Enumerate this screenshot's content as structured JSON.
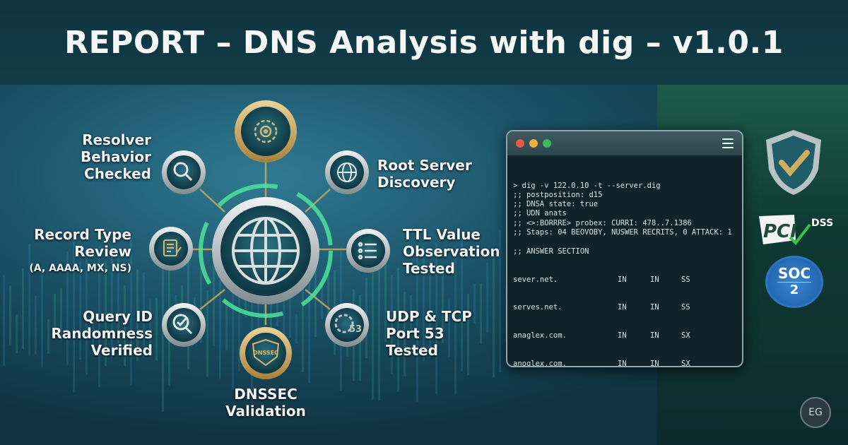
{
  "header": {
    "title": "REPORT – DNS Analysis with dig – v1.0.1"
  },
  "hub": {
    "center_icon": "globe-icon",
    "nodes": [
      {
        "icon": "gear-target-icon"
      },
      {
        "icon": "search-icon",
        "label": [
          "Resolver",
          "Behavior",
          "Checked"
        ]
      },
      {
        "icon": "globe-icon",
        "label": [
          "Root Server",
          "Discovery"
        ]
      },
      {
        "icon": "document-edit-icon",
        "label": [
          "Record Type",
          "Review"
        ],
        "sub": "(A, AAAA, MX, NS)"
      },
      {
        "icon": "list-icon",
        "label": [
          "TTL Value",
          "Observation",
          "Tested"
        ]
      },
      {
        "icon": "search-check-icon",
        "label": [
          "Query ID",
          "Randomness",
          "Verified"
        ]
      },
      {
        "icon": "gear-53-icon",
        "label": [
          "UDP & TCP",
          "Port 53",
          "Tested"
        ],
        "icon_text": "53"
      },
      {
        "icon": "dnssec-shield-icon",
        "label": [
          "DNSSEC",
          "Validation"
        ],
        "icon_text": "DNSSEC"
      }
    ]
  },
  "terminal": {
    "dot_colors": [
      "#e8594a",
      "#e8b33c",
      "#3cb95a"
    ],
    "lines": [
      "> dig -v 122.0.10 -t --server.dig",
      ";; postposition: d15",
      ";; DNSA state: true",
      ";; UDN anats",
      ";; <>:BORRRE> probex: CURRI: 478..7.1386",
      ";; Staps: 04 BEOVOBY, NUSWER RECRITS, 0 ATTACK: 1",
      "",
      ";; ANSWER SECTION"
    ],
    "answers": [
      [
        "sever.net.",
        "IN",
        "IN",
        "SS"
      ],
      [
        "serves.net.",
        "IN",
        "IN",
        "SS"
      ],
      [
        "anaglex.com.",
        "IN",
        "IN",
        "SX"
      ],
      [
        "anoglex.com.",
        "IN",
        "IN",
        "SX"
      ]
    ]
  },
  "badges": {
    "shield": "shield-check-icon",
    "pci": {
      "logo": "PCI",
      "text": "DSS"
    },
    "soc": {
      "title": "SOC",
      "num": "2"
    },
    "logo": "EG"
  },
  "colors": {
    "accent_green": "#4fe39a",
    "gold": "#c9a85a",
    "teal": "#1d5a66"
  }
}
